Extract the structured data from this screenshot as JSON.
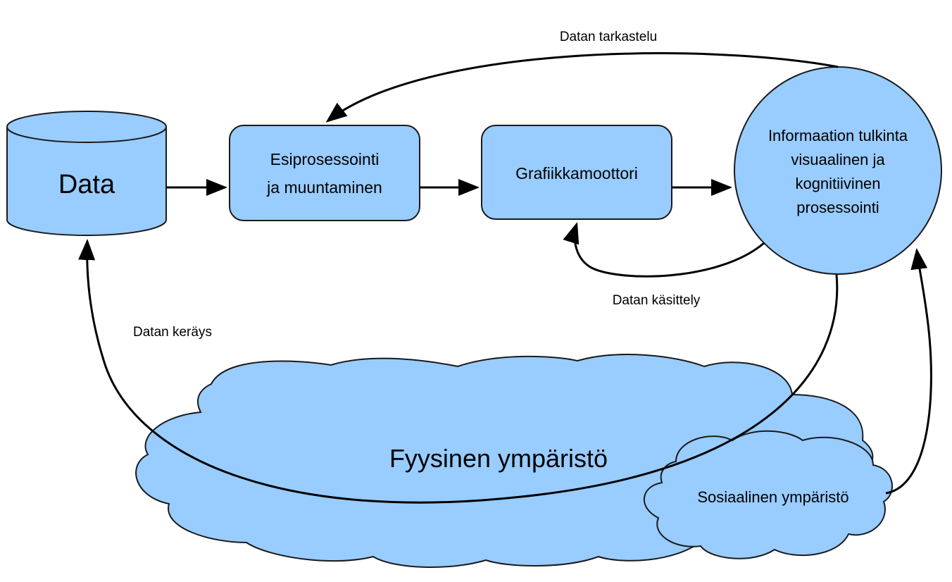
{
  "nodes": {
    "data": {
      "label": "Data"
    },
    "preprocessing": {
      "lines": [
        "Esiprosessointi",
        "ja muuntaminen"
      ]
    },
    "graphics_engine": {
      "label": "Grafiikkamoottori"
    },
    "interpretation": {
      "lines": [
        "Informaation tulkinta",
        "visuaalinen ja",
        "kognitiivinen",
        "prosessointi"
      ]
    },
    "physical_environment": {
      "label": "Fyysinen ympäristö"
    },
    "social_environment": {
      "label": "Sosiaalinen ympäristö"
    }
  },
  "edges": {
    "review": {
      "label": "Datan tarkastelu"
    },
    "processing": {
      "label": "Datan käsittely"
    },
    "collection": {
      "label": "Datan keräys"
    }
  },
  "colors": {
    "node_fill": "#99ccff",
    "stroke": "#000000"
  }
}
